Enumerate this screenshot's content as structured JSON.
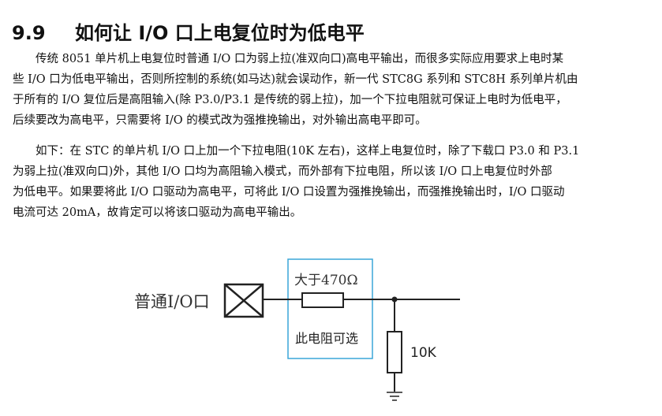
{
  "section": {
    "number": "9.9",
    "title": "如何让 I/O 口上电复位时为低电平"
  },
  "paragraphs": [
    {
      "lines": [
        "　　传统 8051 单片机上电复位时普通 I/O 口为弱上拉(准双向口)高电平输出，而很多实际应用要求上电时某",
        "些 I/O 口为低电平输出，否则所控制的系统(如马达)就会误动作，新一代 STC8G 系列和 STC8H 系列单片机由",
        "于所有的 I/O 复位后是高阻输入(除 P3.0/P3.1 是传统的弱上拉)，加一个下拉电阻就可保证上电时为低电平，",
        "后续要改为高电平，只需要将 I/O 的模式改为强推挽输出，对外输出高电平即可。"
      ]
    },
    {
      "lines": [
        "　　如下：在 STC 的单片机 I/O 口上加一个下拉电阻(10K 左右)，这样上电复位时，除了下载口 P3.0 和 P3.1",
        "为弱上拉(准双向口)外，其他 I/O 口均为高阻输入模式，而外部有下拉电阻，所以该 I/O 口上电复位时外部",
        "为低电平。如果要将此 I/O 口驱动为高电平，可将此 I/O 口设置为强推挽输出，而强推挽输出时，I/O 口驱动",
        "电流可达 20mA，故肯定可以将该口驱动为高电平输出。"
      ]
    }
  ],
  "diagram": {
    "io_label": "普通I/O口",
    "series_resistor_label": "大于470Ω",
    "optional_note": "此电阻可选",
    "pulldown_label": "10K",
    "highlight_color": "#3aa6d8"
  }
}
